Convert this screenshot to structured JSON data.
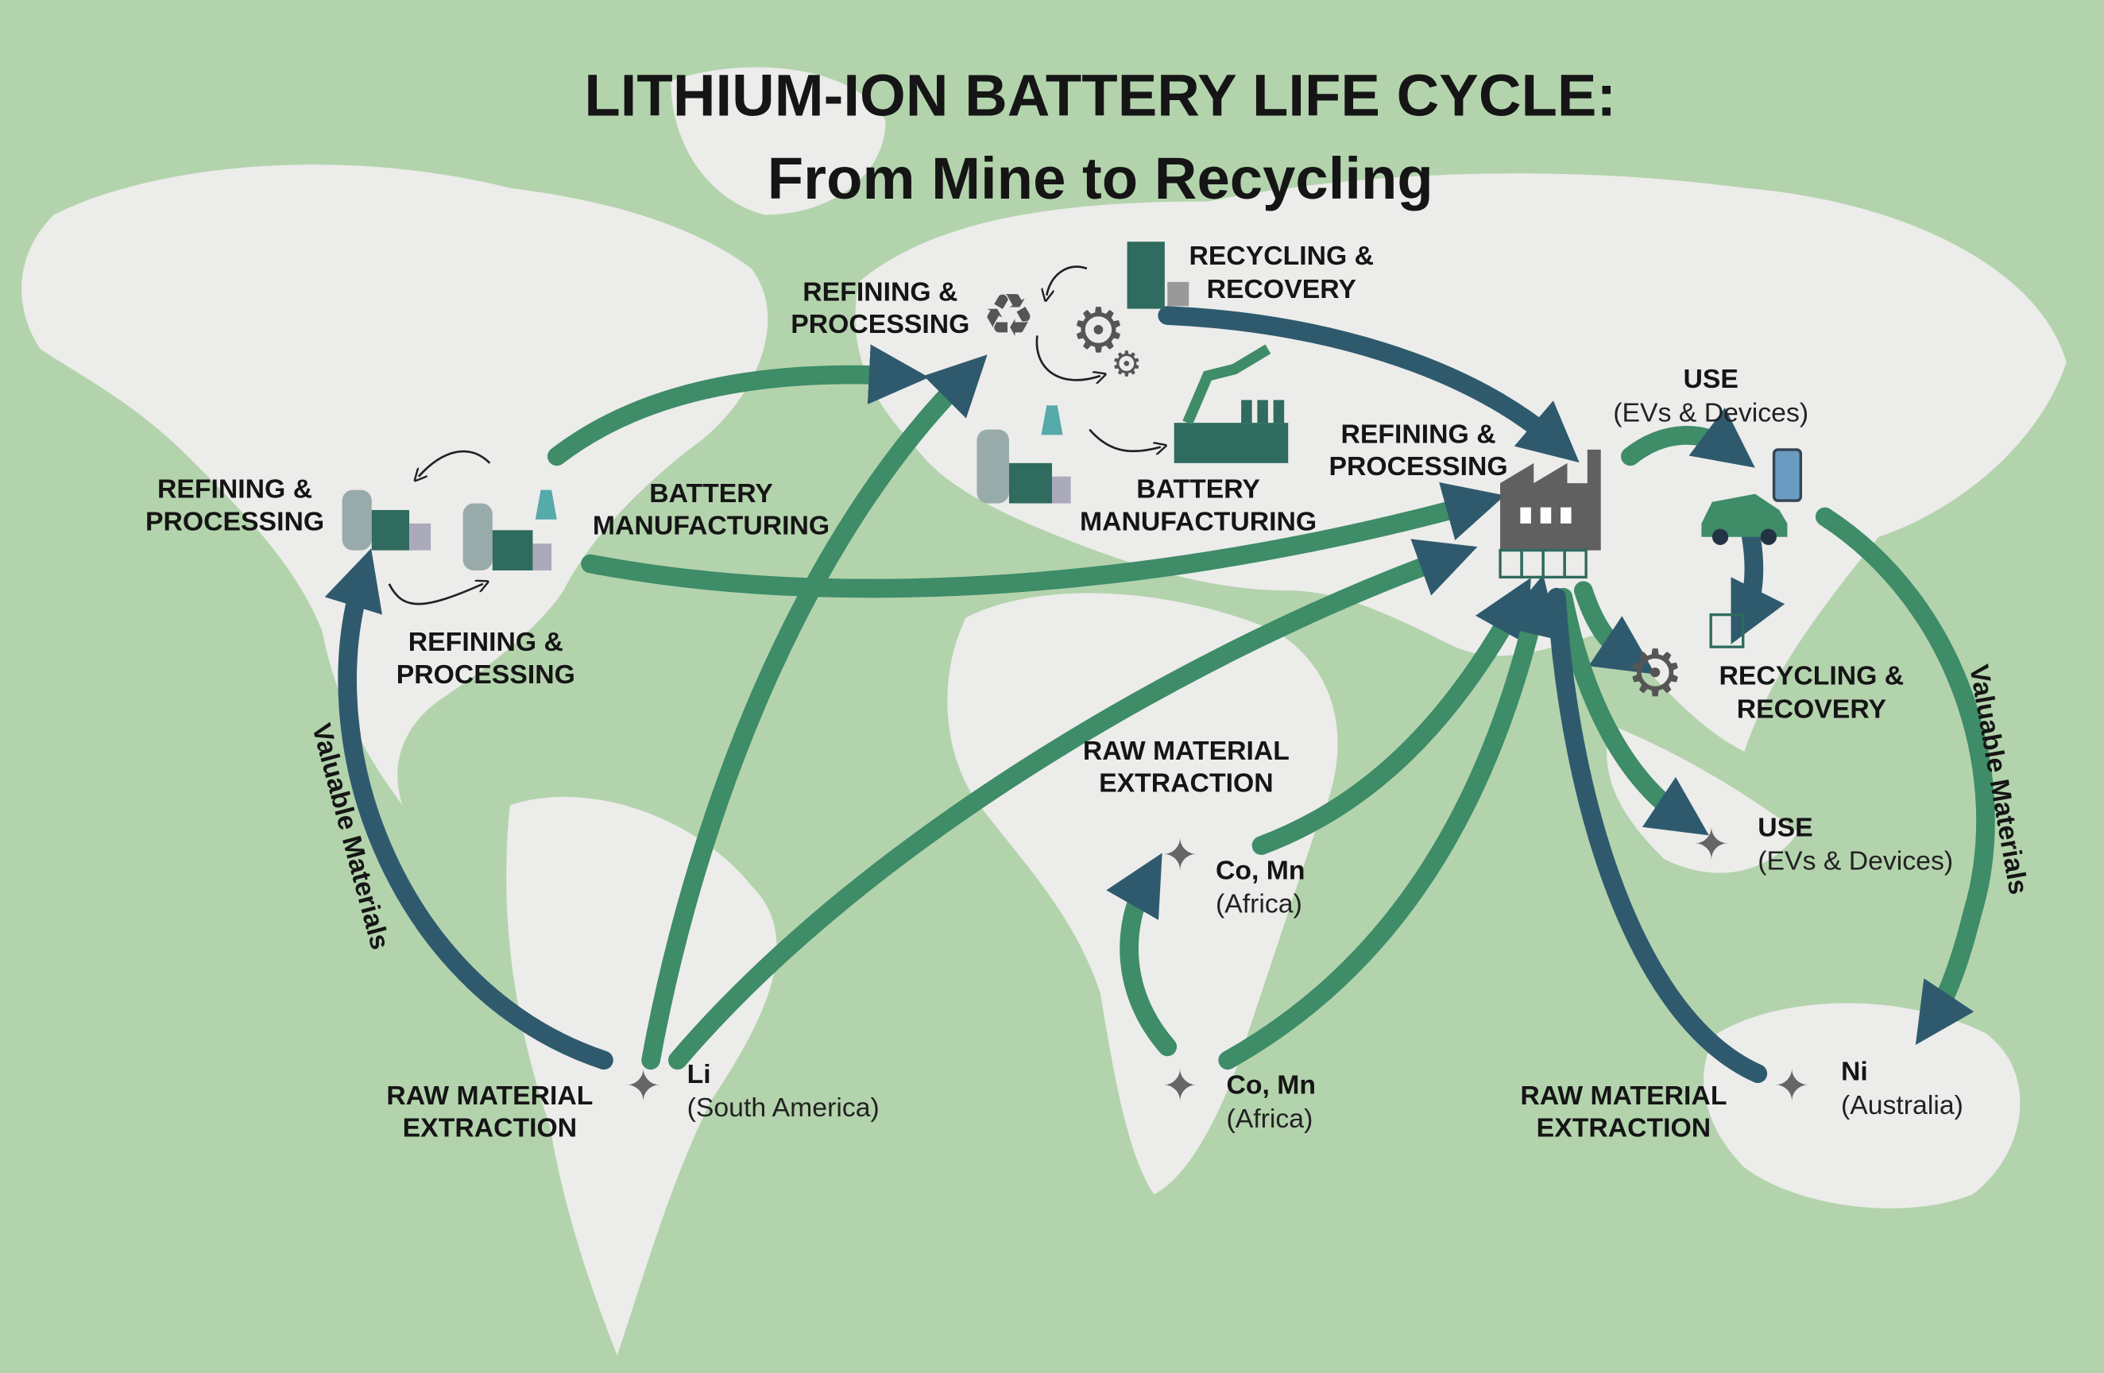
{
  "title": {
    "line1": "LITHIUM-ION BATTERY LIFE CYCLE:",
    "line2": "From Mine to Recycling"
  },
  "colors": {
    "ocean": "#b3d3ad",
    "land": "#ececea",
    "arrow_dark": "#2f5a6e",
    "arrow_green": "#3e8c68"
  },
  "labels": {
    "europe_refining": [
      "REFINING &",
      "PROCESSING"
    ],
    "europe_recycling": [
      "RECYCLING &",
      "RECOVERY"
    ],
    "na_refining_1": [
      "REFINING &",
      "PROCESSING"
    ],
    "na_battery": [
      "BATTERY",
      "MANUFACTURING"
    ],
    "na_refining_2": [
      "REFINING &",
      "PROCESSING"
    ],
    "europe_battery": [
      "BATTERY",
      "MANUFACTURING"
    ],
    "asia_refining": [
      "REFINING &",
      "PROCESSING"
    ],
    "asia_use": [
      "USE",
      "(EVs & Devices)"
    ],
    "asia_recycling": [
      "RECYCLING &",
      "RECOVERY"
    ],
    "africa_extraction": [
      "RAW MATERIAL",
      "EXTRACTION"
    ],
    "africa_co_1": [
      "Co, Mn",
      "(Africa)"
    ],
    "africa_co_2": [
      "Co, Mn",
      "(Africa)"
    ],
    "sa_extraction": [
      "RAW MATERIAL",
      "EXTRACTION"
    ],
    "sa_li": [
      "Li",
      "(South America)"
    ],
    "sea_use": [
      "USE",
      "(EVs & Devices)"
    ],
    "au_extraction": [
      "RAW MATERIAL",
      "EXTRACTION"
    ],
    "au_ni": [
      "Ni",
      "(Australia)"
    ],
    "valuable_left": "Valuable Materials",
    "valuable_right": "Valuable Materials"
  }
}
